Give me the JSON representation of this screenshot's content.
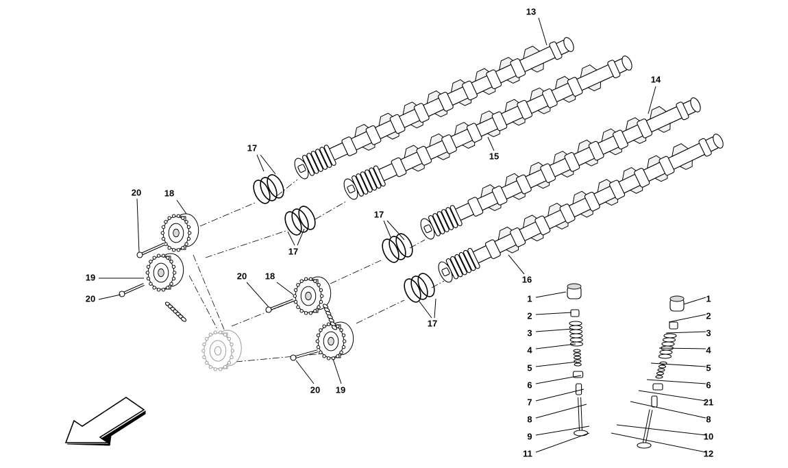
{
  "diagram": {
    "callouts": [
      {
        "id": "c13",
        "num": "13"
      },
      {
        "id": "c14",
        "num": "14"
      },
      {
        "id": "c15",
        "num": "15"
      },
      {
        "id": "c16",
        "num": "16"
      },
      {
        "id": "c17a",
        "num": "17"
      },
      {
        "id": "c17b",
        "num": "17"
      },
      {
        "id": "c17c",
        "num": "17"
      },
      {
        "id": "c17d",
        "num": "17"
      },
      {
        "id": "c18a",
        "num": "18"
      },
      {
        "id": "c18b",
        "num": "18"
      },
      {
        "id": "c19a",
        "num": "19"
      },
      {
        "id": "c19b",
        "num": "19"
      },
      {
        "id": "c20a",
        "num": "20"
      },
      {
        "id": "c20b",
        "num": "20"
      },
      {
        "id": "c20c",
        "num": "20"
      },
      {
        "id": "c20d",
        "num": "20"
      },
      {
        "id": "L1",
        "num": "1"
      },
      {
        "id": "L2",
        "num": "2"
      },
      {
        "id": "L3",
        "num": "3"
      },
      {
        "id": "L4",
        "num": "4"
      },
      {
        "id": "L5",
        "num": "5"
      },
      {
        "id": "L6",
        "num": "6"
      },
      {
        "id": "L7",
        "num": "7"
      },
      {
        "id": "L8",
        "num": "8"
      },
      {
        "id": "L9",
        "num": "9"
      },
      {
        "id": "L11",
        "num": "11"
      },
      {
        "id": "R1",
        "num": "1"
      },
      {
        "id": "R2",
        "num": "2"
      },
      {
        "id": "R3",
        "num": "3"
      },
      {
        "id": "R4",
        "num": "4"
      },
      {
        "id": "R5",
        "num": "5"
      },
      {
        "id": "R6",
        "num": "6"
      },
      {
        "id": "R21",
        "num": "21"
      },
      {
        "id": "R8",
        "num": "8"
      },
      {
        "id": "R10",
        "num": "10"
      },
      {
        "id": "R12",
        "num": "12"
      }
    ]
  }
}
